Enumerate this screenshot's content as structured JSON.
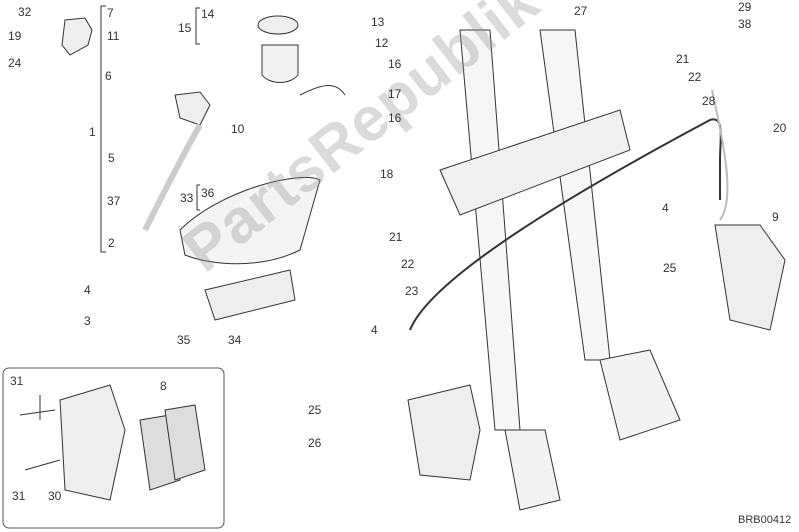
{
  "diagram": {
    "title_code": "BRB00412",
    "watermark": "PartsRepublik",
    "callouts": [
      {
        "id": "c32",
        "text": "32"
      },
      {
        "id": "c19",
        "text": "19"
      },
      {
        "id": "c24",
        "text": "24"
      },
      {
        "id": "c7",
        "text": "7"
      },
      {
        "id": "c11",
        "text": "11"
      },
      {
        "id": "c6",
        "text": "6"
      },
      {
        "id": "c1",
        "text": "1"
      },
      {
        "id": "c5",
        "text": "5"
      },
      {
        "id": "c37",
        "text": "37"
      },
      {
        "id": "c2",
        "text": "2"
      },
      {
        "id": "c10",
        "text": "10"
      },
      {
        "id": "c36",
        "text": "36"
      },
      {
        "id": "c33",
        "text": "33"
      },
      {
        "id": "c14",
        "text": "14"
      },
      {
        "id": "c15",
        "text": "15"
      },
      {
        "id": "c13",
        "text": "13"
      },
      {
        "id": "c12",
        "text": "12"
      },
      {
        "id": "c16a",
        "text": "16"
      },
      {
        "id": "c17",
        "text": "17"
      },
      {
        "id": "c16b",
        "text": "16"
      },
      {
        "id": "c18",
        "text": "18"
      },
      {
        "id": "c27",
        "text": "27"
      },
      {
        "id": "c29",
        "text": "29"
      },
      {
        "id": "c38",
        "text": "38"
      },
      {
        "id": "c21a",
        "text": "21"
      },
      {
        "id": "c22a",
        "text": "22"
      },
      {
        "id": "c28",
        "text": "28"
      },
      {
        "id": "c20",
        "text": "20"
      },
      {
        "id": "c4a",
        "text": "4"
      },
      {
        "id": "c9",
        "text": "9"
      },
      {
        "id": "c25a",
        "text": "25"
      },
      {
        "id": "c21b",
        "text": "21"
      },
      {
        "id": "c22b",
        "text": "22"
      },
      {
        "id": "c23",
        "text": "23"
      },
      {
        "id": "c4b",
        "text": "4"
      },
      {
        "id": "c25b",
        "text": "25"
      },
      {
        "id": "c26",
        "text": "26"
      },
      {
        "id": "c4c",
        "text": "4"
      },
      {
        "id": "c3",
        "text": "3"
      },
      {
        "id": "c35",
        "text": "35"
      },
      {
        "id": "c34",
        "text": "34"
      },
      {
        "id": "c31a",
        "text": "31"
      },
      {
        "id": "c8",
        "text": "8"
      },
      {
        "id": "c31b",
        "text": "31"
      },
      {
        "id": "c30",
        "text": "30"
      }
    ]
  }
}
